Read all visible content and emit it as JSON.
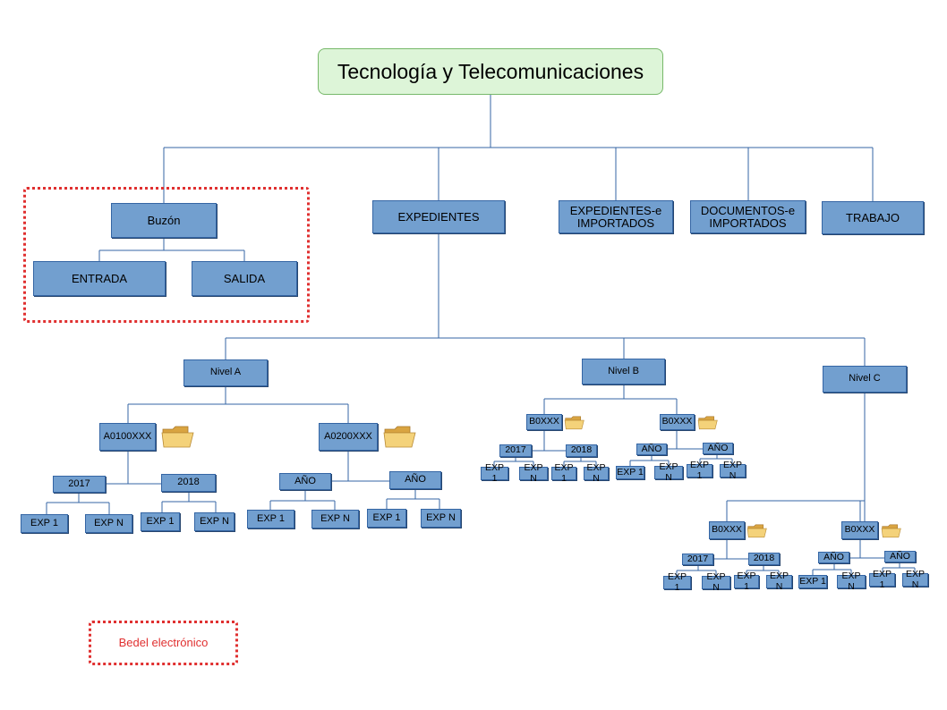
{
  "root": "Tecnología y Telecomunicaciones",
  "buzon": {
    "label": "Buzón",
    "entrada": "ENTRADA",
    "salida": "SALIDA"
  },
  "top": {
    "expedientes": "EXPEDIENTES",
    "exp_importados": "EXPEDIENTES-e IMPORTADOS",
    "doc_importados": "DOCUMENTOS-e IMPORTADOS",
    "trabajo": "TRABAJO"
  },
  "niveles": {
    "a": "Nivel A",
    "b": "Nivel B",
    "c": "Nivel C"
  },
  "labels": {
    "a0100": "A0100XXX",
    "a0200": "A0200XXX",
    "b0xxx": "B0XXX",
    "y2017": "2017",
    "y2018": "2018",
    "anio": "AÑO",
    "exp1": "EXP 1",
    "expn": "EXP N"
  },
  "legend": "Bedel electrónico",
  "colors": {
    "box_fill": "#729fcf",
    "box_border": "#3465a4",
    "root_fill": "#ddf5d8",
    "dotted": "#e03030",
    "line": "#3465a4"
  }
}
